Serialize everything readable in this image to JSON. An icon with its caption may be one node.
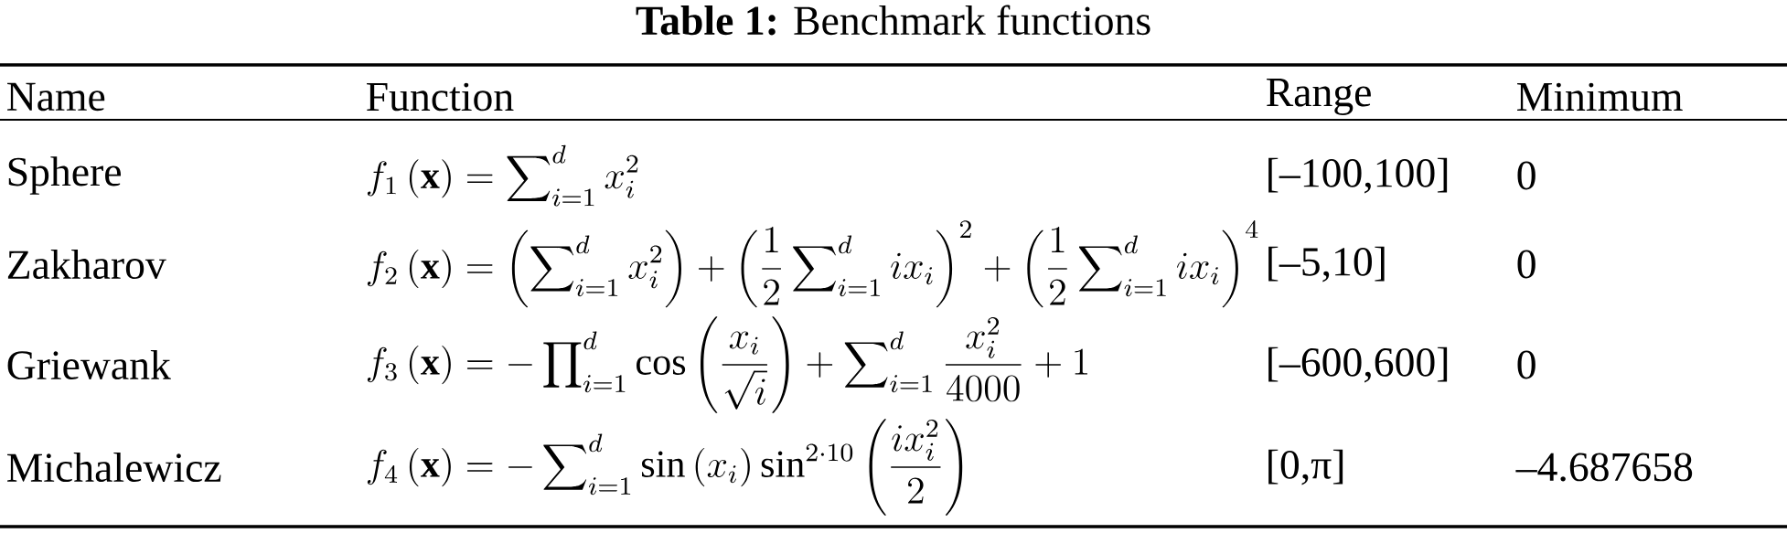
{
  "diagram": {
    "title": "**Table 1:** Benchmark functions",
    "labels": [
      "Name",
      "Function",
      "Range",
      "Minimum",
      "Sphere",
      "f_1\\left(\\mathbf{x}\\right)=\\sum\\nolimits_{i=1}^{d} x_i^2",
      "[–100,100]",
      "0",
      "Zakharov",
      "f_2\\left(\\mathbf{x}\\right)=\\left(\\sum\\nolimits_{i=1}^{d} x_i^2\\right)+\\left(\\frac{1}{2}\\sum\\nolimits_{i=1}^{d} i x_i\\right)^2+\\left(\\frac{1}{2}\\sum\\nolimits_{i=1}^{d} i x_i\\right)^4",
      "[–5,10]",
      "0",
      "Griewank",
      "f_3\\left(\\mathbf{x}\\right)=-\\prod\\nolimits_{i=1}^{d}\\cos\\left(\\frac{x_i}{\\sqrt{i}}\\right)+\\sum\\nolimits_{i=1}^{d}\\frac{x_i^2}{4000}+1",
      "[–600,600]",
      "0",
      "Michalewicz",
      "f_4\\left(\\mathbf{x}\\right)=-\\sum\\nolimits_{i=1}^{d}\\sin\\left(x_i\\right)\\sin^{2\\cdot 10}\\left(\\frac{i x_i^2}{2}\\right)",
      "[0,π]",
      "–4.687658"
    ]
  }
}
